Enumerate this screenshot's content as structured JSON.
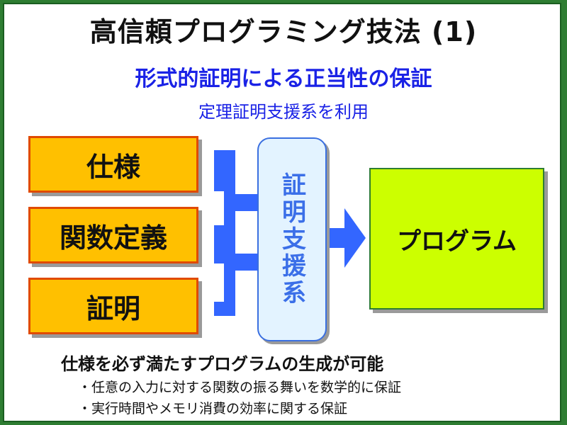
{
  "title": "高信頼プログラミング技法 (1)",
  "subtitle": "形式的証明による正当性の保証",
  "subsubtitle": "定理証明支援系を利用",
  "inputs": [
    {
      "label": "仕様"
    },
    {
      "label": "関数定義"
    },
    {
      "label": "証明"
    }
  ],
  "tool_label": "証明支援系",
  "output_label": "プログラム",
  "result_text": "仕様を必ず満たすプログラムの生成が可能",
  "bullets": [
    "・任意の入力に対する関数の振る舞いを数学的に保証",
    "・実行時間やメモリ消費の効率に関する保証"
  ],
  "colors": {
    "input_fill": "#ffc000",
    "input_border": "#e04a00",
    "arrow": "#3366ff",
    "tool_fill": "#e3f3ff",
    "tool_text": "#3b6fe8",
    "output_fill": "#ccff00",
    "accent_text": "#1a22e6"
  }
}
